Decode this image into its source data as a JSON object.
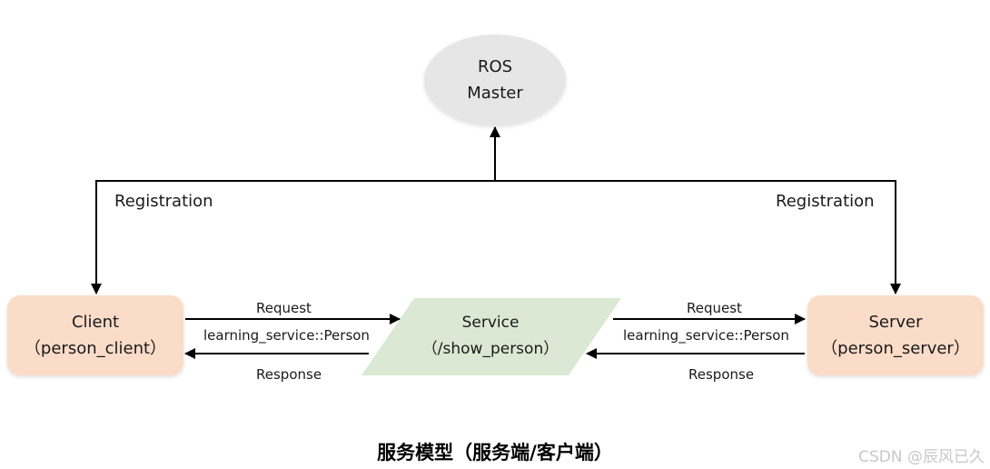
{
  "nodes": {
    "master": {
      "line1": "ROS",
      "line2": "Master"
    },
    "client": {
      "line1": "Client",
      "line2": "（person_client）"
    },
    "service": {
      "line1": "Service",
      "line2": "（/show_person）"
    },
    "server": {
      "line1": "Server",
      "line2": "（person_server）"
    }
  },
  "edges": {
    "registration_left": "Registration",
    "registration_right": "Registration",
    "left_request": "Request",
    "left_message": "learning_service::Person",
    "left_response": "Response",
    "right_request": "Request",
    "right_message": "learning_service::Person",
    "right_response": "Response"
  },
  "caption": "服务模型（服务端/客户端）",
  "watermark": "CSDN @辰风已久",
  "colors": {
    "master_fill": "#e6e6e6",
    "client_server_fill": "#fbdcc9",
    "service_fill": "#dbe8d3",
    "line": "#000000"
  }
}
